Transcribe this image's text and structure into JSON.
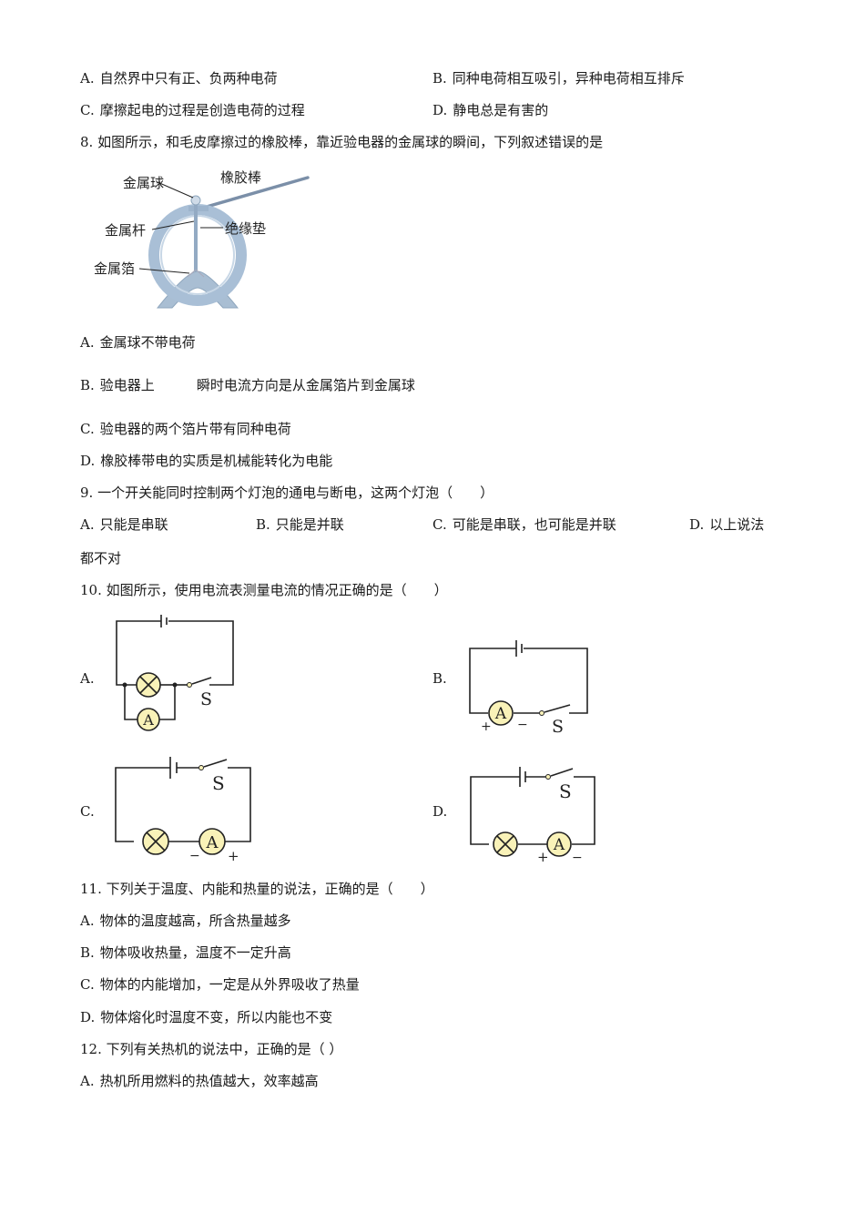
{
  "q7": {
    "options": [
      {
        "label": "A.",
        "text": "自然界中只有正、负两种电荷"
      },
      {
        "label": "B.",
        "text": "同种电荷相互吸引，异种电荷相互排斥"
      },
      {
        "label": "C.",
        "text": "摩擦起电的过程是创造电荷的过程"
      },
      {
        "label": "D.",
        "text": "静电总是有害的"
      }
    ]
  },
  "q8": {
    "stem": "8. 如图所示，和毛皮摩擦过的橡胶棒，靠近验电器的金属球的瞬间，下列叙述错误的是",
    "figure_labels": {
      "ball": "金属球",
      "rod": "橡胶棒",
      "stem": "金属杆",
      "pad": "绝缘垫",
      "foil": "金属箔"
    },
    "options": [
      {
        "label": "A.",
        "text": "金属球不带电荷"
      },
      {
        "label": "B.",
        "text_pre": "验电器上",
        "text_post": "瞬时电流方向是从金属箔片到金属球"
      },
      {
        "label": "C.",
        "text": "验电器的两个箔片带有同种电荷"
      },
      {
        "label": "D.",
        "text": "橡胶棒带电的实质是机械能转化为电能"
      }
    ]
  },
  "q9": {
    "stem": "9. 一个开关能同时控制两个灯泡的通电与断电，这两个灯泡（　　）",
    "options": [
      {
        "label": "A.",
        "text": "只能是串联"
      },
      {
        "label": "B.",
        "text": "只能是并联"
      },
      {
        "label": "C.",
        "text": "可能是串联，也可能是并联"
      },
      {
        "label": "D.",
        "text": "以上说法"
      }
    ],
    "wrap": "都不对"
  },
  "q10": {
    "stem": "10. 如图所示，使用电流表测量电流的情况正确的是（　　）",
    "options": [
      {
        "label": "A."
      },
      {
        "label": "B."
      },
      {
        "label": "C."
      },
      {
        "label": "D."
      }
    ],
    "symbols": {
      "ammeter": "A",
      "switch": "S",
      "plus": "+",
      "minus": "−"
    },
    "colors": {
      "component_fill": "#f9f2b8",
      "wire": "#222222"
    }
  },
  "q11": {
    "stem": "11. 下列关于温度、内能和热量的说法，正确的是（　　）",
    "options": [
      {
        "label": "A.",
        "text": "物体的温度越高，所含热量越多"
      },
      {
        "label": "B.",
        "text": "物体吸收热量，温度不一定升高"
      },
      {
        "label": "C.",
        "text": "物体的内能增加，一定是从外界吸收了热量"
      },
      {
        "label": "D.",
        "text": "物体熔化时温度不变，所以内能也不变"
      }
    ]
  },
  "q12": {
    "stem": "12. 下列有关热机的说法中，正确的是（ ）",
    "options": [
      {
        "label": "A.",
        "text": "热机所用燃料的热值越大，效率越高"
      }
    ]
  }
}
